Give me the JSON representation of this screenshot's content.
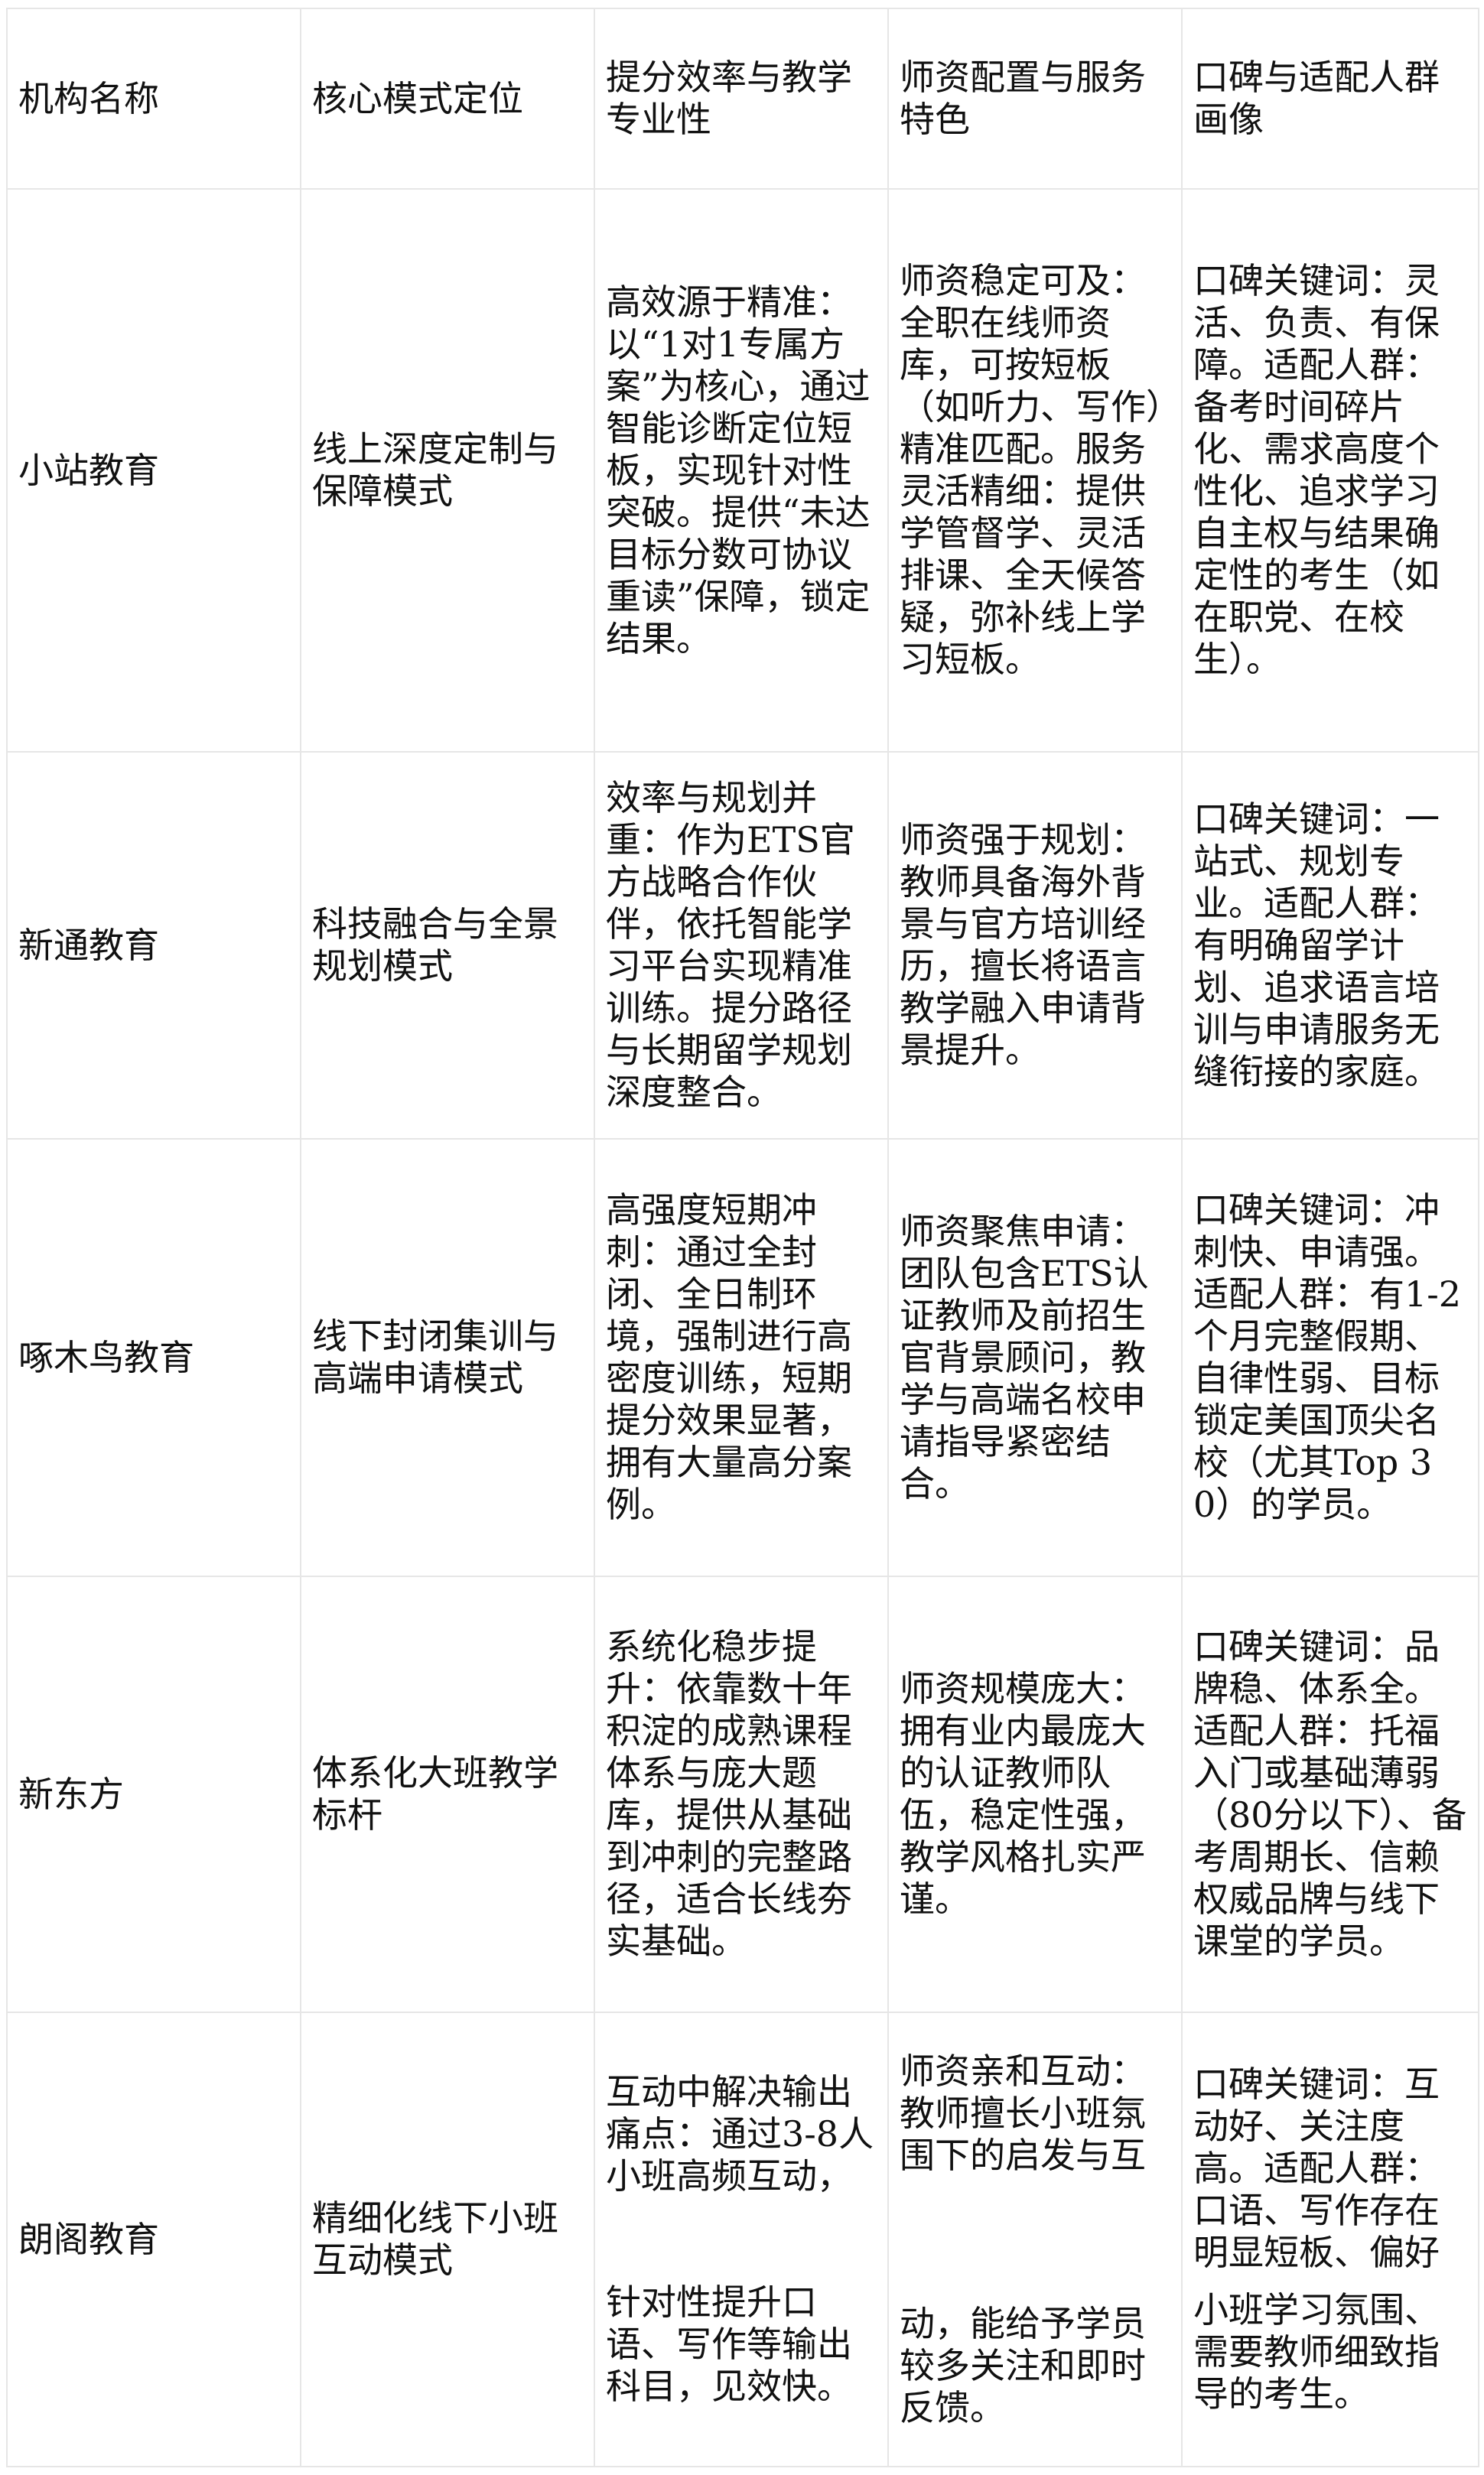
{
  "headers": [
    "机构名称",
    "核心模式定位",
    "提分效率与教学专业性",
    "师资配置与服务特色",
    "口碑与适配人群画像"
  ],
  "rows": [
    {
      "name": "小站教育",
      "mode": "线上深度定制与保障模式",
      "efficiency": "高效源于精准：以“1对1专属方案”为核心，通过智能诊断定位短板，实现针对性突破。提供“未达目标分数可协议重读”保障，锁定结果。",
      "teachers": "师资稳定可及：全职在线师资库，可按短板（如听力、写作）精准匹配。服务灵活精细：提供学管督学、灵活排课、全天候答疑，弥补线上学习短板。",
      "reputation": "口碑关键词：灵活、负责、有保障。适配人群：备考时间碎片化、需求高度个性化、追求学习自主权与结果确定性的考生（如在职党、在校生）。"
    },
    {
      "name": "新通教育",
      "mode": "科技融合与全景规划模式",
      "efficiency": "效率与规划并重：作为ETS官方战略合作伙伴，依托智能学习平台实现精准训练。提分路径与长期留学规划深度整合。",
      "teachers": "师资强于规划：教师具备海外背景与官方培训经历，擅长将语言教学融入申请背景提升。",
      "reputation": "口碑关键词：一站式、规划专业。适配人群：有明确留学计划、追求语言培训与申请服务无缝衔接的家庭。"
    },
    {
      "name": "啄木鸟教育",
      "mode": "线下封闭集训与高端申请模式",
      "efficiency": "高强度短期冲刺：通过全封闭、全日制环境，强制进行高密度训练，短期提分效果显著，拥有大量高分案例。",
      "teachers": "师资聚焦申请：团队包含ETS认证教师及前招生官背景顾问，教学与高端名校申请指导紧密结合。",
      "reputation": "口碑关键词：冲刺快、申请强。适配人群：有1-2个月完整假期、自律性弱、目标锁定美国顶尖名校（尤其Top 30）的学员。"
    },
    {
      "name": "新东方",
      "mode": "体系化大班教学标杆",
      "efficiency": "系统化稳步提升：依靠数十年积淀的成熟课程体系与庞大题库，提供从基础到冲刺的完整路径，适合长线夯实基础。",
      "teachers": "师资规模庞大：拥有业内最庞大的认证教师队伍，稳定性强，教学风格扎实严谨。",
      "reputation": "口碑关键词：品牌稳、体系全。适配人群：托福入门或基础薄弱（80分以下）、备考周期长、信赖权威品牌与线下课堂的学员。"
    },
    {
      "name": "朗阁教育",
      "mode": "精细化线下小班互动模式",
      "efficiency": "互动中解决输出痛点：通过3-8人小班高频互动，",
      "efficiency_2": "针对性提升口语、写作等输出科目，见效快。",
      "teachers": "师资亲和互动：教师擅长小班氛围下的启发与互",
      "teachers_2": "动，能给予学员较多关注和即时反馈。",
      "reputation": "口碑关键词：互动好、关注度高。适配人群：口语、写作存在明显短板、偏好",
      "reputation_2": "小班学习氛围、需要教师细致指导的考生。"
    }
  ]
}
